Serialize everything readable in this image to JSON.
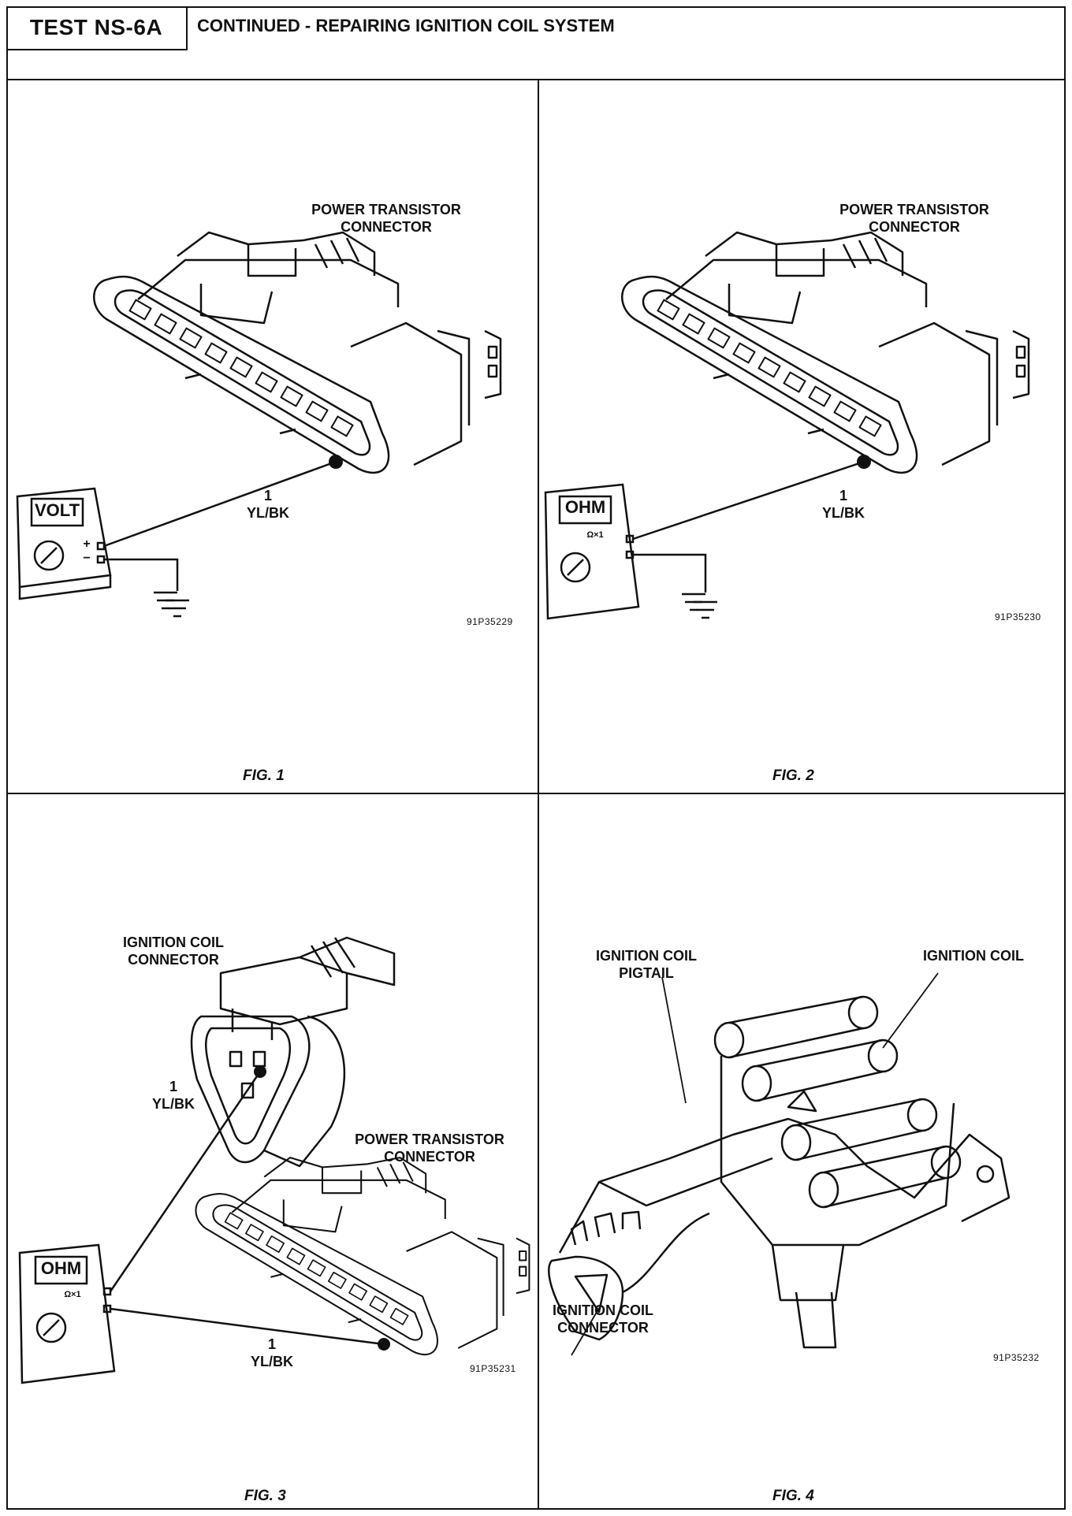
{
  "header": {
    "test_id": "TEST NS-6A",
    "title": "CONTINUED - REPAIRING IGNITION COIL SYSTEM"
  },
  "fig1": {
    "connector_label_1": "POWER TRANSISTOR",
    "connector_label_2": "CONNECTOR",
    "pin_number": "1",
    "wire_color": "YL/BK",
    "meter_display": "VOLT",
    "plus": "+",
    "minus": "−",
    "code": "91P35229",
    "caption": "FIG. 1"
  },
  "fig2": {
    "connector_label_1": "POWER TRANSISTOR",
    "connector_label_2": "CONNECTOR",
    "pin_number": "1",
    "wire_color": "YL/BK",
    "meter_display": "OHM",
    "meter_range": "Ω×1",
    "code": "91P35230",
    "caption": "FIG. 2"
  },
  "fig3": {
    "coil_label_1": "IGNITION COIL",
    "coil_label_2": "CONNECTOR",
    "pin_number_coil": "1",
    "wire_color_coil": "YL/BK",
    "pt_label_1": "POWER TRANSISTOR",
    "pt_label_2": "CONNECTOR",
    "pin_number_pt": "1",
    "wire_color_pt": "YL/BK",
    "meter_display": "OHM",
    "meter_range": "Ω×1",
    "code": "91P35231",
    "caption": "FIG. 3"
  },
  "fig4": {
    "pigtail_label_1": "IGNITION COIL",
    "pigtail_label_2": "PIGTAIL",
    "coil_label": "IGNITION COIL",
    "connector_label_1": "IGNITION COIL",
    "connector_label_2": "CONNECTOR",
    "code": "91P35232",
    "caption": "FIG. 4"
  }
}
